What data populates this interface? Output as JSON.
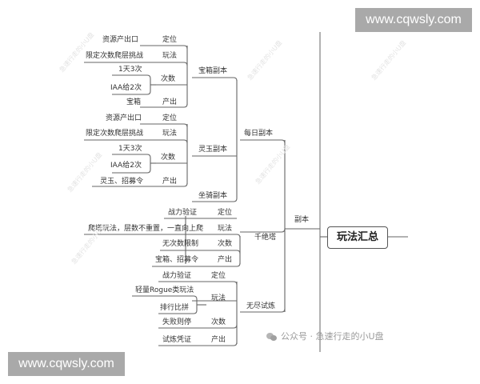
{
  "banners": {
    "top_right": "www.cqwsly.com",
    "bottom_left": "www.cqwsly.com"
  },
  "root": {
    "label": "玩法汇总"
  },
  "level1": {
    "label": "副本"
  },
  "daily": {
    "label": "每日副本",
    "baoxiang": {
      "label": "宝箱副本",
      "rows": [
        {
          "key": "定位",
          "value": "资源产出口"
        },
        {
          "key": "玩法",
          "value": "限定次数爬层挑战"
        },
        {
          "key": "次数",
          "values": [
            "1天3次",
            "IAA给2次"
          ]
        },
        {
          "key": "产出",
          "value": "宝箱"
        }
      ]
    },
    "lingyu": {
      "label": "灵玉副本",
      "rows": [
        {
          "key": "定位",
          "value": "资源产出口"
        },
        {
          "key": "玩法",
          "value": "限定次数爬层挑战"
        },
        {
          "key": "次数",
          "values": [
            "1天3次",
            "IAA给2次"
          ]
        },
        {
          "key": "产出",
          "value": "灵玉、招募令"
        }
      ]
    },
    "zuoqi": {
      "label": "坐骑副本"
    }
  },
  "tower": {
    "label": "千绝塔",
    "rows": [
      {
        "key": "定位",
        "value": "战力验证"
      },
      {
        "key": "玩法",
        "value": "爬塔玩法，层数不重置，一直向上爬"
      },
      {
        "key": "次数",
        "value": "无次数限制"
      },
      {
        "key": "产出",
        "value": "宝箱、招募令"
      }
    ]
  },
  "endless": {
    "label": "无尽试炼",
    "rows": [
      {
        "key": "定位",
        "value": "战力验证"
      },
      {
        "key": "玩法",
        "values": [
          "轻量Rogue类玩法",
          "排行比拼"
        ]
      },
      {
        "key": "次数",
        "value": "失败则停"
      },
      {
        "key": "产出",
        "value": "试炼凭证"
      }
    ]
  },
  "watermark": {
    "footer": "公众号 · 急速行走的小U盘",
    "diagonal": "急速行走的小U盘"
  }
}
